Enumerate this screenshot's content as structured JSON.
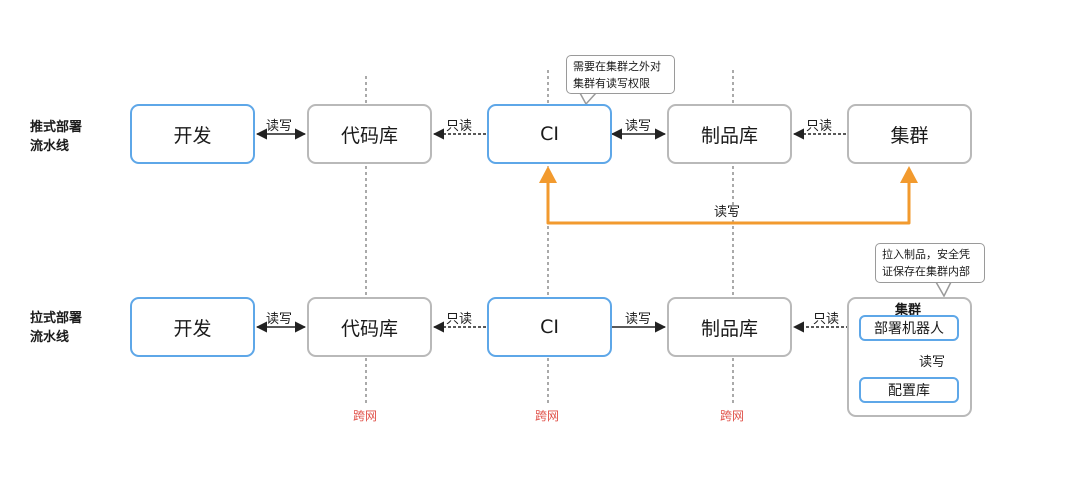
{
  "rows": {
    "push": {
      "label_line1": "推式部署",
      "label_line2": "流水线",
      "nodes": {
        "dev": "开发",
        "repo": "代码库",
        "ci": "CI",
        "artifact": "制品库",
        "cluster": "集群"
      },
      "edges": {
        "dev_repo": "读写",
        "repo_ci": "只读",
        "ci_artifact": "读写",
        "artifact_cluster": "只读",
        "ci_cluster": "读写"
      },
      "callout": {
        "line1": "需要在集群之外对",
        "line2": "集群有读写权限"
      }
    },
    "pull": {
      "label_line1": "拉式部署",
      "label_line2": "流水线",
      "nodes": {
        "dev": "开发",
        "repo": "代码库",
        "ci": "CI",
        "artifact": "制品库"
      },
      "cluster": {
        "title": "集群",
        "robot": "部署机器人",
        "config": "配置库",
        "inner_edge": "读写"
      },
      "edges": {
        "dev_repo": "读写",
        "repo_ci": "只读",
        "ci_artifact": "读写",
        "artifact_cluster": "只读"
      },
      "callout": {
        "line1": "拉入制品，安全凭",
        "line2": "证保存在集群内部"
      }
    }
  },
  "network_boundaries": [
    "跨网",
    "跨网",
    "跨网"
  ],
  "colors": {
    "node_blue": "#5ea7e8",
    "node_gray": "#b9b9b9",
    "highlight": "#f29a2e",
    "inner_arrow": "#7cc862",
    "network_text": "#e0524a"
  }
}
